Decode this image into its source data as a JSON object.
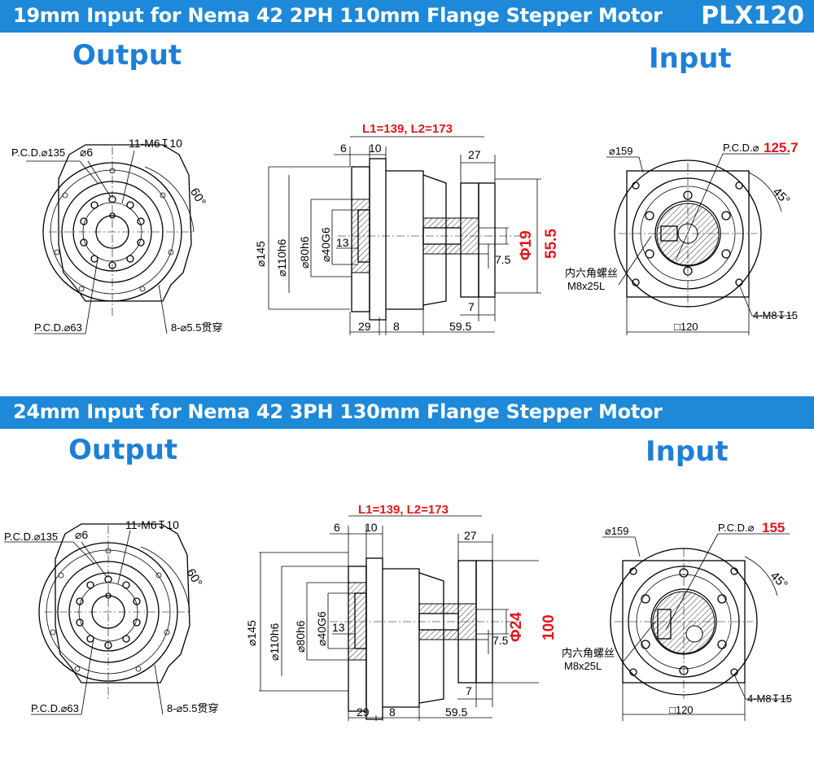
{
  "header": {
    "title": "19mm Input for Nema 42 2PH 110mm Flange Stepper Motor",
    "code": "PLX120"
  },
  "colors": {
    "banner": "#1e88d9",
    "section_label": "#1e7fd6",
    "highlight": "#e0161b"
  },
  "sections": [
    {
      "output_label": "Output",
      "input_label": "Input",
      "output_view": {
        "pcd135": "P.C.D.⌀135",
        "hole6": "⌀6",
        "tap": "11-M6↧10",
        "angle": "60°",
        "pcd63": "P.C.D.⌀63",
        "holes8": "8-⌀5.5贯穿"
      },
      "side_view": {
        "lengths": "L1=139, L2=173",
        "d6": "6",
        "d10": "10",
        "d27": "27",
        "d145": "⌀145",
        "d110": "⌀110h6",
        "d80": "⌀80h6",
        "d40": "⌀40G6",
        "d13": "13",
        "d7_5": "7.5",
        "shaft": "Φ19",
        "depth": "55.5",
        "d7": "7",
        "d29": "29",
        "d8": "8",
        "d59_5": "59.5"
      },
      "input_view": {
        "d159": "⌀159",
        "pcd": "P.C.D.⌀",
        "pcd_value": "125.7",
        "angle": "45°",
        "screw_cn": "内六角螺丝",
        "screw": "M8x25L",
        "tap": "4-M8↧15",
        "square": "□120"
      }
    },
    {
      "banner": "24mm Input for Nema 42 3PH 130mm Flange Stepper Motor",
      "output_label": "Output",
      "input_label": "Input",
      "output_view": {
        "pcd135": "P.C.D.⌀135",
        "hole6": "⌀6",
        "tap": "11-M6↧10",
        "angle": "60°",
        "pcd63": "P.C.D.⌀63",
        "holes8": "8-⌀5.5贯穿"
      },
      "side_view": {
        "lengths": "L1=139, L2=173",
        "d6": "6",
        "d10": "10",
        "d27": "27",
        "d145": "⌀145",
        "d110": "⌀110h6",
        "d80": "⌀80h6",
        "d40": "⌀40G6",
        "d13": "13",
        "d7_5": "7.5",
        "shaft": "Φ24",
        "depth": "100",
        "d7": "7",
        "d29": "29",
        "d8": "8",
        "d59_5": "59.5"
      },
      "input_view": {
        "d159": "⌀159",
        "pcd": "P.C.D.⌀",
        "pcd_value": "155",
        "angle": "45°",
        "screw_cn": "内六角螺丝",
        "screw": "M8x25L",
        "tap": "4-M8↧15",
        "square": "□120"
      }
    }
  ]
}
